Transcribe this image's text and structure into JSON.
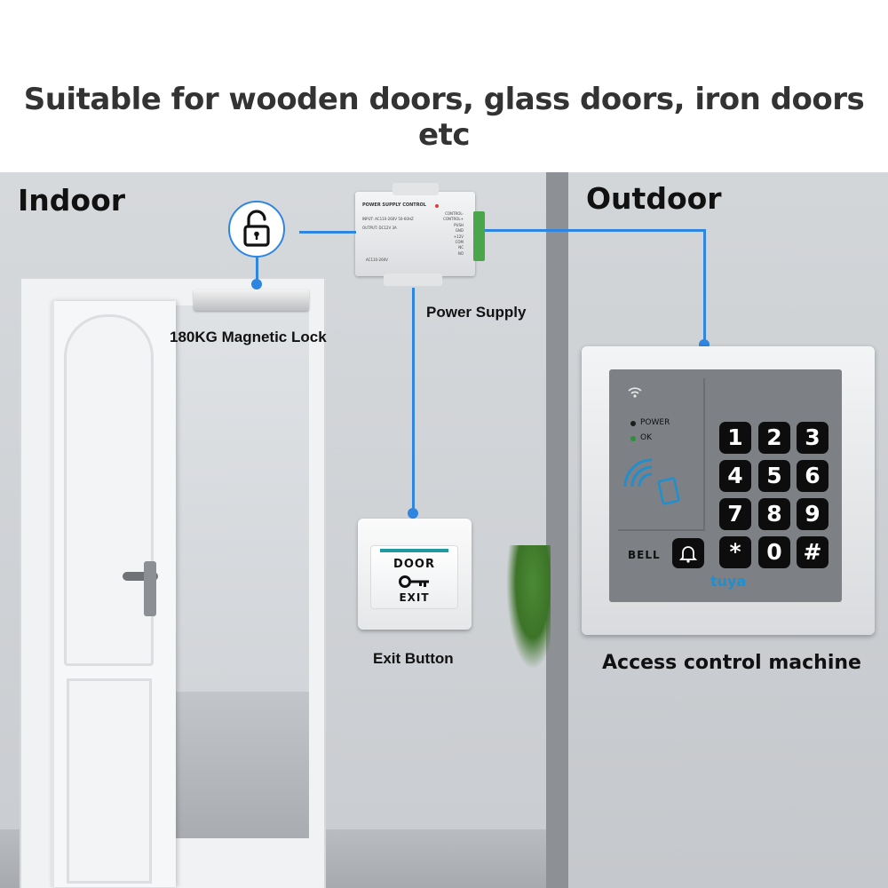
{
  "headline": "Suitable for wooden doors, glass doors, iron doors etc",
  "labels": {
    "indoor": "Indoor",
    "outdoor": "Outdoor",
    "magnetic_lock": "180KG Magnetic Lock",
    "power_supply": "Power Supply",
    "exit_button": "Exit Button",
    "access_control": "Access control machine"
  },
  "exit_button": {
    "line1": "DOOR",
    "line2": "EXIT"
  },
  "keypad": {
    "indicators": [
      "POWER",
      "OK"
    ],
    "keys": [
      "1",
      "2",
      "3",
      "4",
      "5",
      "6",
      "7",
      "8",
      "9",
      "*",
      "0",
      "#"
    ],
    "bell": "BELL",
    "brand": "tuya"
  },
  "power_supply_box": {
    "title": "POWER SUPPLY CONTROL",
    "input": "INPUT: AC110-260V 50-60HZ",
    "output": "OUTPUT: DC12V 3A",
    "voltage": "AC110-260V",
    "terminals": [
      "CONTROL-",
      "CONTROL+",
      "PUSH",
      "GND",
      "+12V",
      "COM",
      "NC",
      "NO"
    ]
  },
  "colors": {
    "wire": "#2f86e0",
    "keypad_bg": "#7b7e82",
    "key": "#0d0d0d"
  },
  "icons": [
    "lock-icon",
    "wifi-icon",
    "rfid-icon",
    "bell-icon",
    "key-icon"
  ]
}
